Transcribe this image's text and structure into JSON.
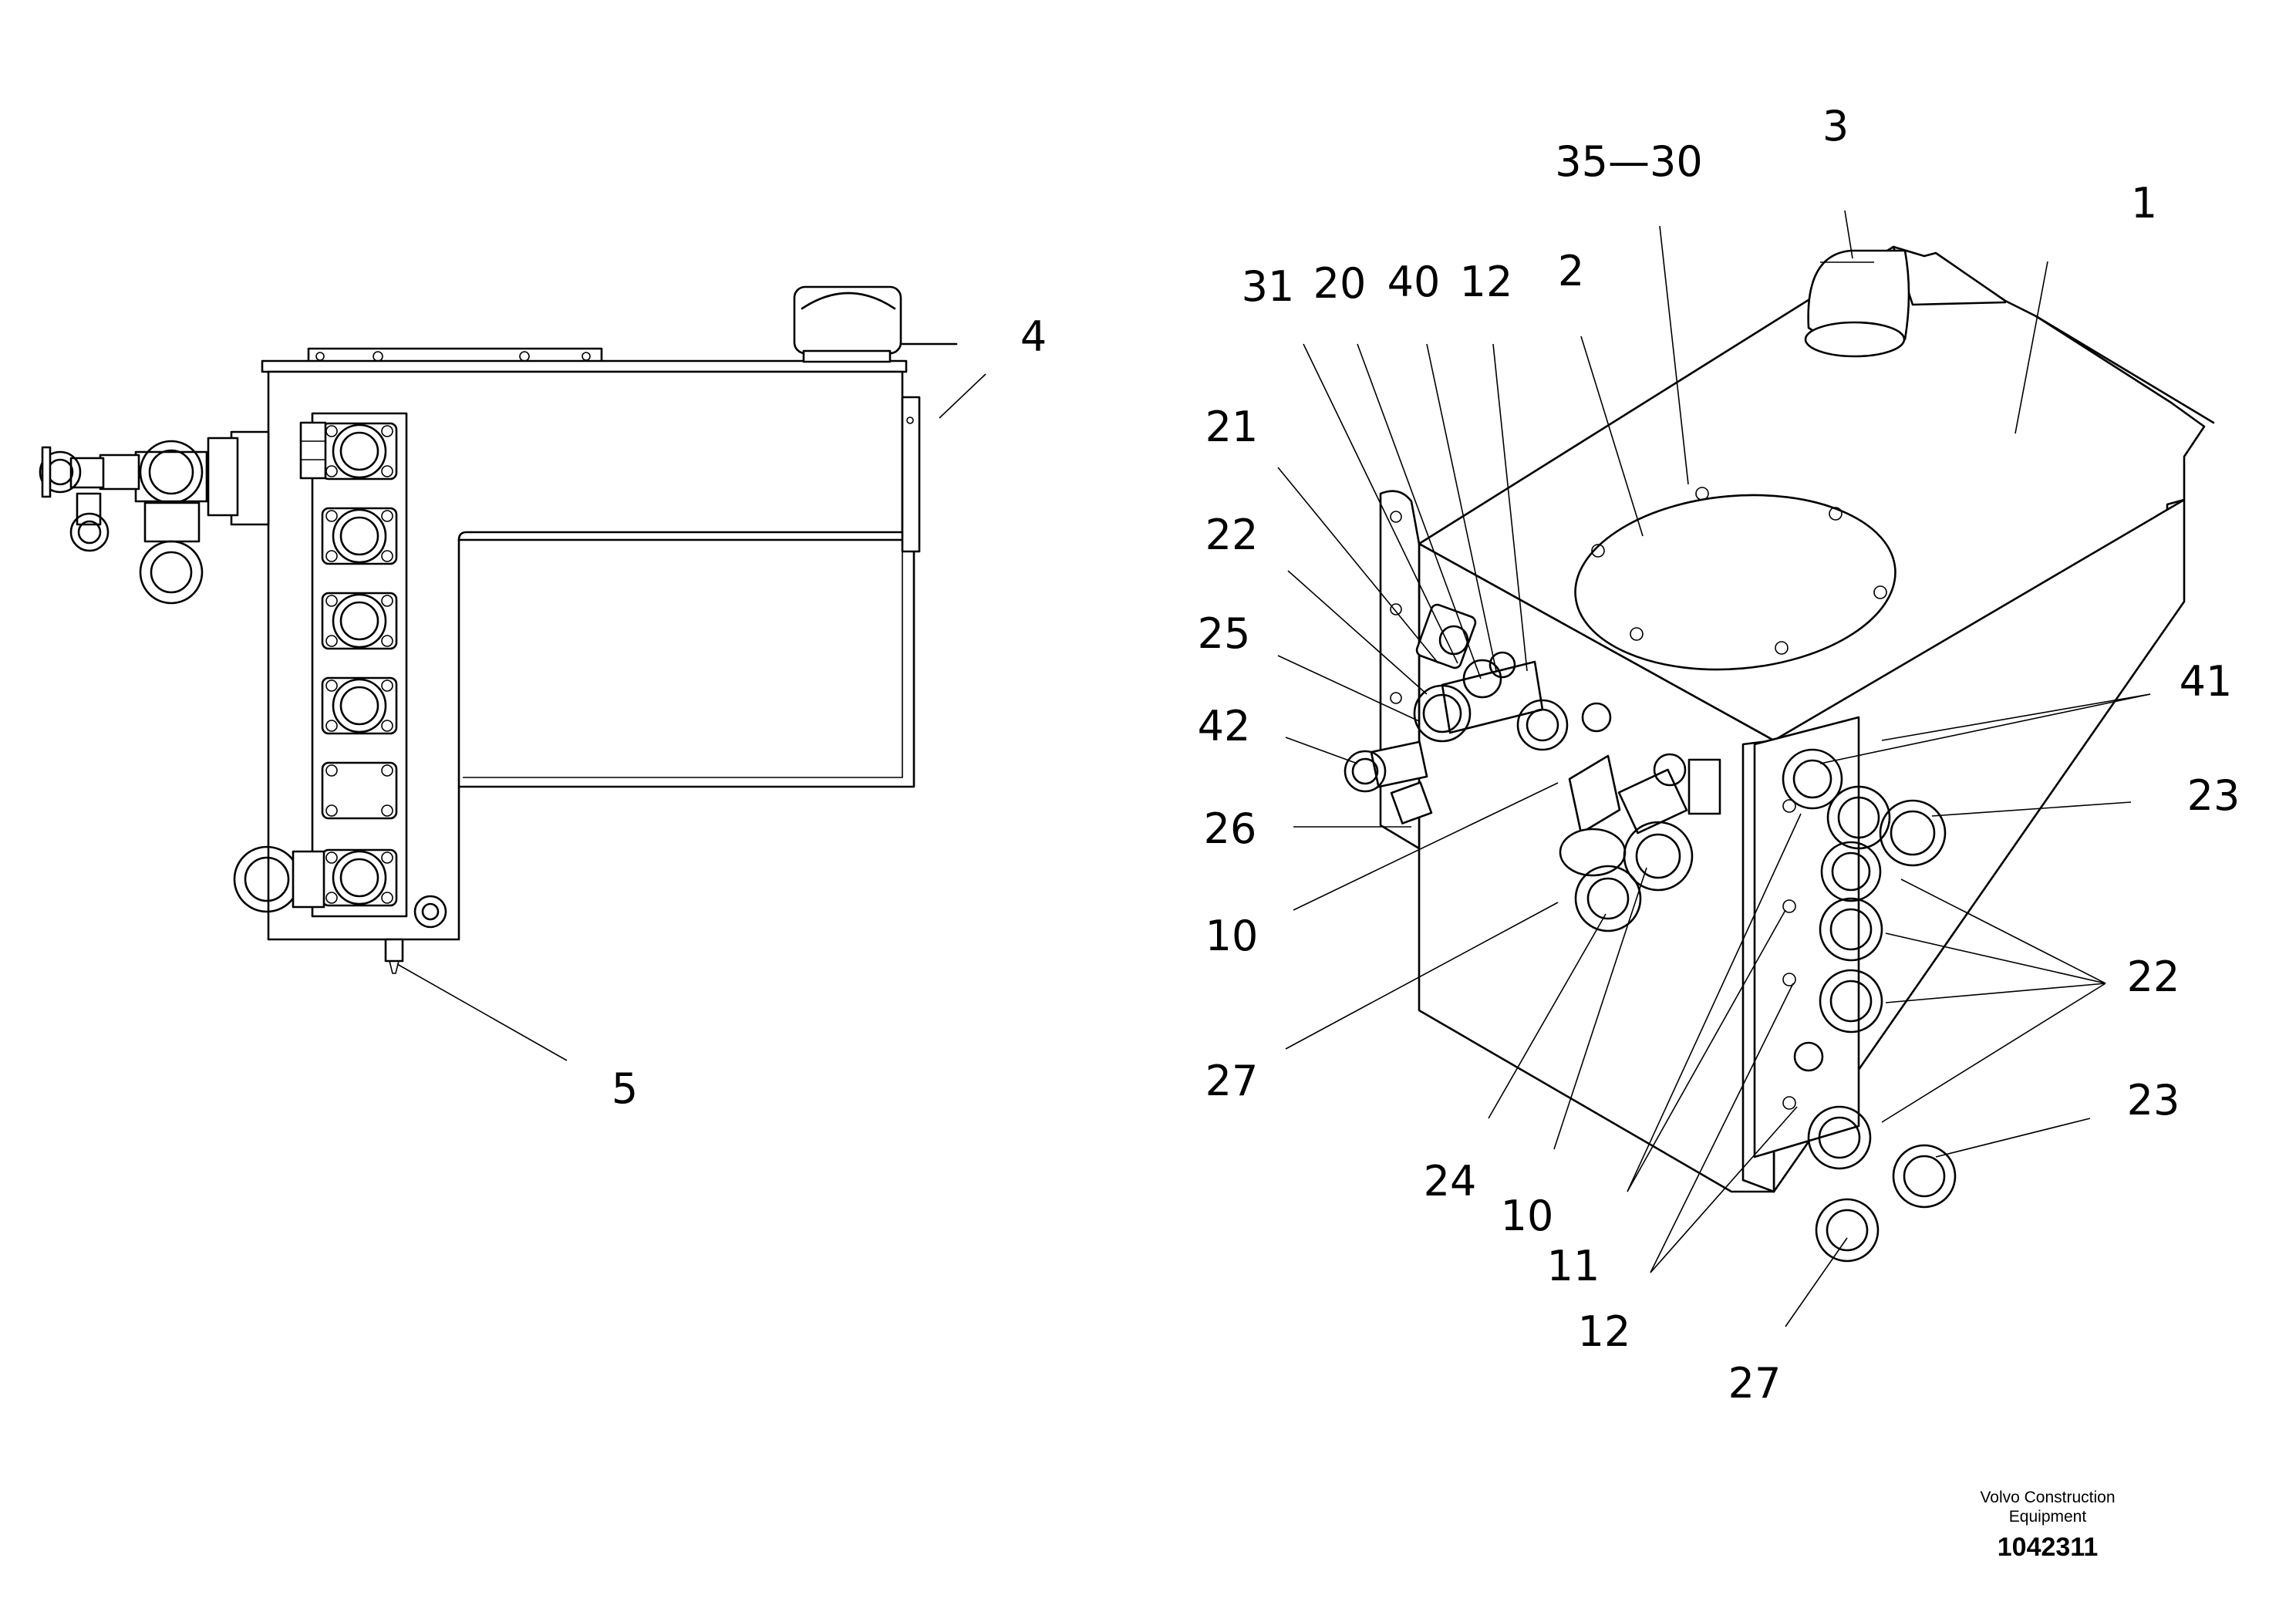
{
  "callouts": {
    "c1": "1",
    "c2": "2",
    "c3": "3",
    "c4": "4",
    "c5": "5",
    "c10a": "10",
    "c10b": "10",
    "c11": "11",
    "c12a": "12",
    "c12b": "12",
    "c20": "20",
    "c21": "21",
    "c22a": "22",
    "c22b": "22",
    "c23a": "23",
    "c23b": "23",
    "c24": "24",
    "c25": "25",
    "c26": "26",
    "c27a": "27",
    "c27b": "27",
    "c31": "31",
    "c35": "35—30",
    "c40": "40",
    "c41": "41",
    "c42": "42"
  },
  "footer": {
    "company_line1": "Volvo Construction",
    "company_line2": "Equipment",
    "document_number": "1042311"
  }
}
